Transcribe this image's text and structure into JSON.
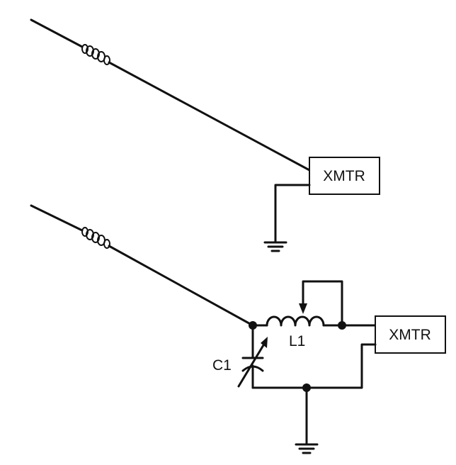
{
  "top_circuit": {
    "transmitter_label": "XMTR"
  },
  "bottom_circuit": {
    "transmitter_label": "XMTR",
    "inductor_label": "L1",
    "capacitor_label": "C1"
  }
}
